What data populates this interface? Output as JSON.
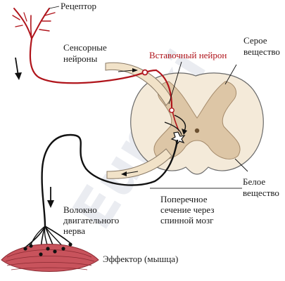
{
  "labels": {
    "receptor": "Рецептор",
    "sensory_line1": "Сенсорные",
    "sensory_line2": "нейроны",
    "interneuron": "Вставочный нейрон",
    "grey_line1": "Серое",
    "grey_line2": "вещество",
    "white_line1": "Белое",
    "white_line2": "вещество",
    "cross_line1": "Поперечное",
    "cross_line2": "сечение через",
    "cross_line3": "спинной мозг",
    "motor_line1": "Волокно",
    "motor_line2": "двигательного",
    "motor_line3": "нерва",
    "effector": "Эффектор (мышца)"
  },
  "watermark": "Euroki",
  "colors": {
    "sensory": "#b0141b",
    "motor": "#111111",
    "grey_matter": "#ddc6a6",
    "white_matter": "#f4ead9",
    "muscle": "#c8535c",
    "text": "#1a1a1a"
  }
}
